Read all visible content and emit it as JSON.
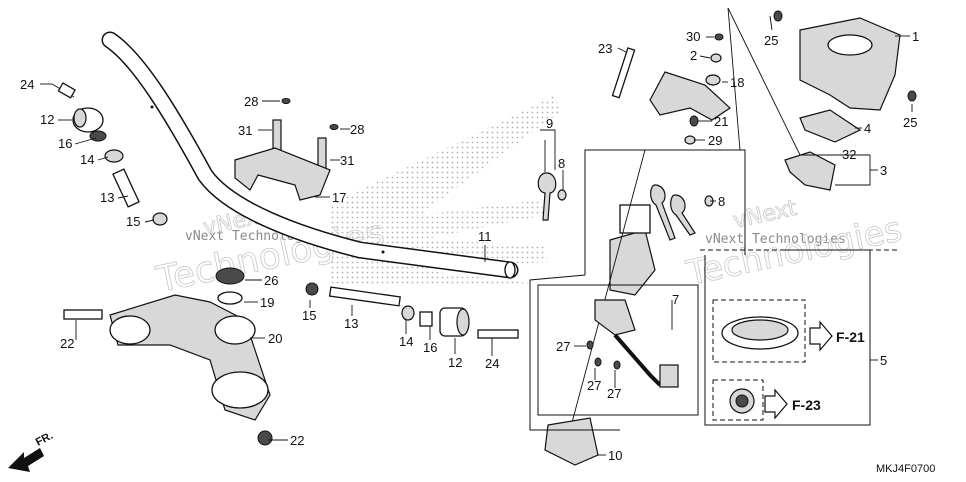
{
  "watermark": {
    "brand_left": "vNext Technologies",
    "brand_right": "vNext Technologies",
    "outline_left": "Technologies",
    "outline_right": "Technologies"
  },
  "labels": {
    "p1": "1",
    "p2": "2",
    "p3": "3",
    "p4": "4",
    "p5": "5",
    "p7": "7",
    "p8a": "8",
    "p8b": "8",
    "p9": "9",
    "p10": "10",
    "p11": "11",
    "p12a": "12",
    "p12b": "12",
    "p13a": "13",
    "p13b": "13",
    "p14a": "14",
    "p14b": "14",
    "p15a": "15",
    "p15b": "15",
    "p16a": "16",
    "p16b": "16",
    "p17": "17",
    "p18": "18",
    "p19": "19",
    "p20": "20",
    "p21": "21",
    "p22a": "22",
    "p22b": "22",
    "p23": "23",
    "p24a": "24",
    "p24b": "24",
    "p25a": "25",
    "p25b": "25",
    "p26": "26",
    "p27a": "27",
    "p27b": "27",
    "p27c": "27",
    "p28a": "28",
    "p28b": "28",
    "p29": "29",
    "p30": "30",
    "p31a": "31",
    "p31b": "31",
    "p32": "32"
  },
  "refs": {
    "f21": "F-21",
    "f23": "F-23"
  },
  "front_marker": "FR.",
  "diagram_code": "MKJ4F0700",
  "icons": [
    "front-arrow-icon",
    "reference-arrow-icon"
  ]
}
